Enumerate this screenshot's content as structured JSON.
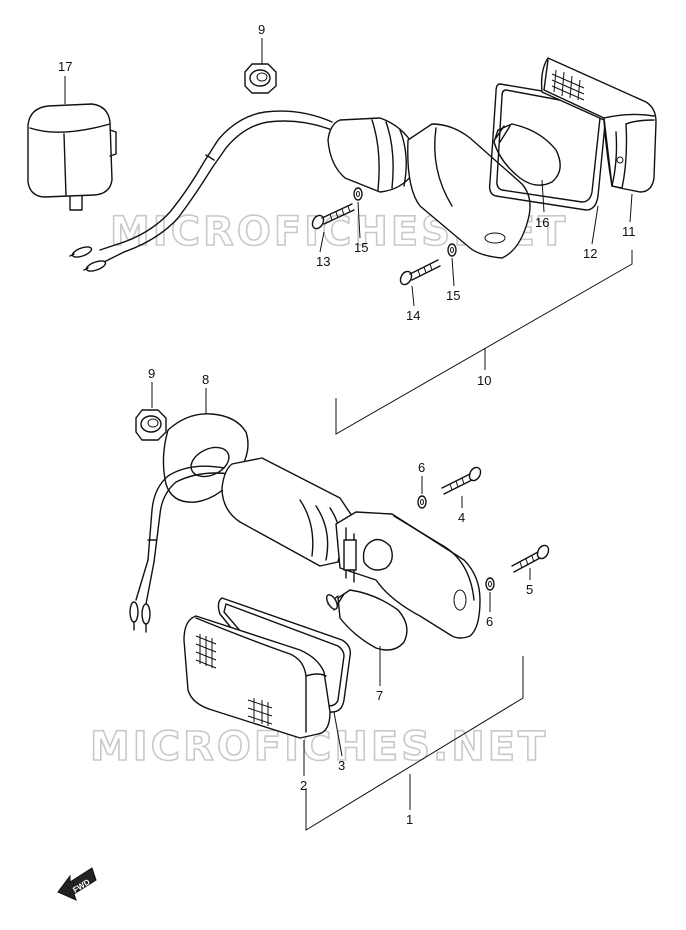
{
  "watermark": "MICROFICHES.NET",
  "fwd_label": "FWD",
  "callouts": {
    "p1": "1",
    "p2": "2",
    "p3": "3",
    "p4": "4",
    "p5": "5",
    "p6a": "6",
    "p6b": "6",
    "p7": "7",
    "p8": "8",
    "p9a": "9",
    "p9b": "9",
    "p10": "10",
    "p11": "11",
    "p12": "12",
    "p13": "13",
    "p14": "14",
    "p15a": "15",
    "p15b": "15",
    "p16": "16",
    "p17": "17"
  }
}
